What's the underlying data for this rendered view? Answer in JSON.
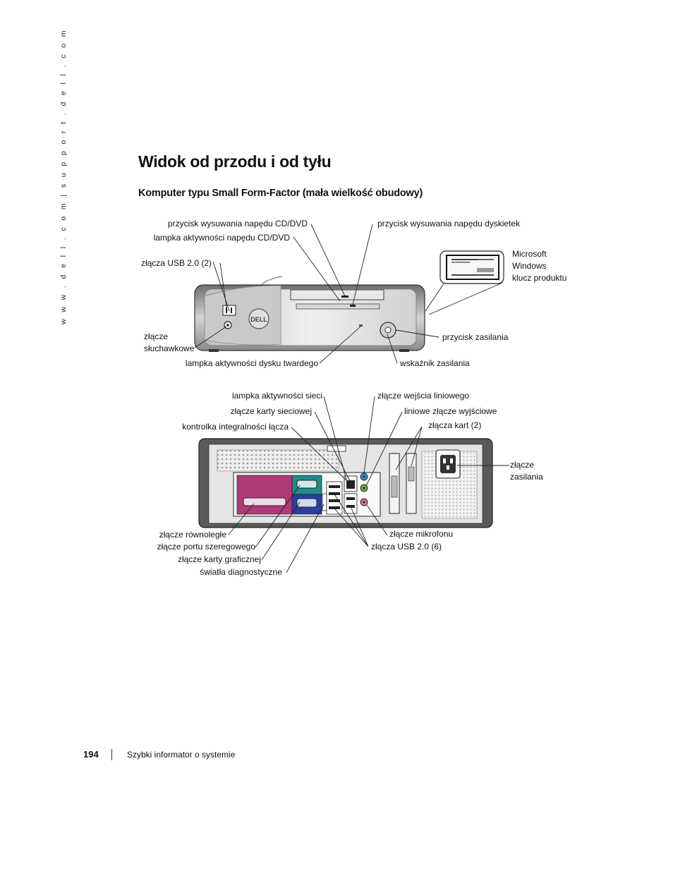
{
  "side_url": "w w w . d e l l . c o m   |   s u p p o r t . d e l l . c o m",
  "title": "Widok od przodu i od tyłu",
  "subtitle": "Komputer typu Small Form-Factor (mała wielkość obudowy)",
  "front_labels": {
    "cd_eject": "przycisk wysuwania napędu CD/DVD",
    "cd_activity": "lampka aktywności napędu CD/DVD",
    "floppy_eject": "przycisk wysuwania napędu dyskietek",
    "usb_front": "złącza USB 2.0 (2)",
    "ms_key_line1": "Microsoft",
    "ms_key_line2": "Windows",
    "ms_key_line3": "klucz produktu",
    "headphone_line1": "złącze",
    "headphone_line2": "słuchawkowe",
    "power_button": "przycisk zasilania",
    "hdd_activity": "lampka aktywności dysku twardego",
    "power_indicator": "wskaźnik zasilania",
    "logo_text": "DELL"
  },
  "back_labels": {
    "network_activity": "lampka aktywności sieci",
    "network_adapter": "złącze karty sieciowej",
    "link_integrity": "kontrolka integralności łącza",
    "line_in": "złącze wejścia liniowego",
    "line_out": "liniowe złącze wyjściowe",
    "card_slots": "złącza kart (2)",
    "power_line1": "złącze",
    "power_line2": "zasilania",
    "parallel": "złącze równoległe",
    "serial": "złącze portu szeregowego",
    "video": "złącze karty graficznej",
    "diagnostic": "światła diagnostyczne",
    "microphone": "złącze mikrofonu",
    "usb_back": "złącza USB 2.0 (6)"
  },
  "colors": {
    "parallel_port": "#b03a78",
    "serial_port": "#1e8c8c",
    "video_port": "#2a40a0",
    "line_in_port": "#3a8cc8",
    "line_out_port": "#6ab04c",
    "mic_port": "#e070a0",
    "chassis_dark": "#5a5a5a",
    "chassis_light": "#dcdcdc"
  },
  "footer": {
    "page_number": "194",
    "section": "Szybki informator o systemie"
  }
}
